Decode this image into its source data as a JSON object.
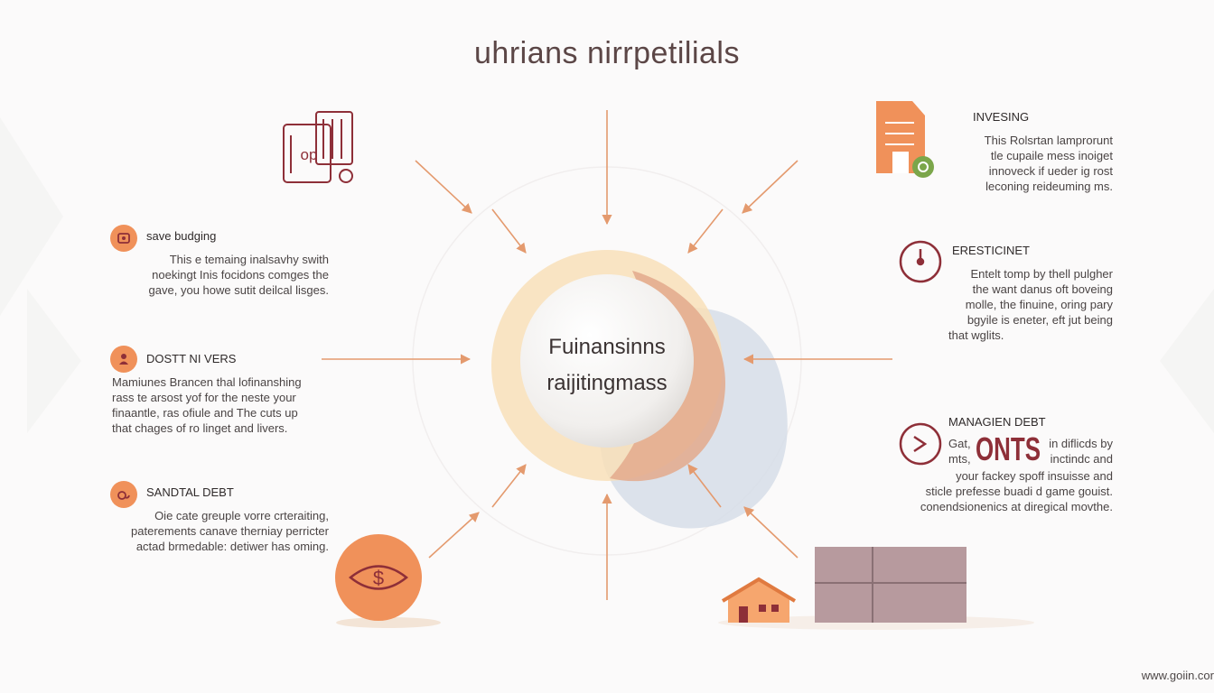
{
  "title": "uhrians nirrpetilials",
  "center": {
    "line1": "Fuinansinns",
    "line2": "raijitingmass"
  },
  "left_items": [
    {
      "heading": "save budging",
      "lines": [
        "This e temaing inalsavhy swith",
        "noekingt Inis focidons comges the",
        "gave, you howe sutit deilcal lisges."
      ]
    },
    {
      "heading": "DOSTT NI VERS",
      "lines": [
        "Mamiunes Brancen thal lofinanshing",
        "rass te arsost yof for the neste your",
        "finaantle, ras ofiule and The cuts up",
        "that chages of ro linget and livers."
      ]
    },
    {
      "heading": "SANDTAL DEBT",
      "lines": [
        "Oie cate greuple vorre crteraiting,",
        "paterements canave therniay perricter",
        "actad brmedable: detiwer has oming."
      ]
    }
  ],
  "right_items": [
    {
      "heading": "INVESING",
      "lines": [
        "This Rolsrtan lamprorunt",
        "tle cupaile mess inoiget",
        "innoveck if ueder ig rost",
        "leconing reideuming ms."
      ]
    },
    {
      "heading": "ERESTICINET",
      "lines": [
        "Entelt tomp by thell pulgher",
        "the want danus oft boveing",
        "molle, the finuine, oring pary",
        "bgyile is eneter, eft jut being",
        "that wglits."
      ]
    },
    {
      "heading": "MANAGIEN DEBT",
      "line1_left": "Gat,",
      "line1_big": "ONTS",
      "line1_right": "in diflicds by",
      "line2_left": "mts,",
      "line2_right": "inctindc and",
      "lines": [
        "your fackey spoff insuisse and",
        "sticle prefesse buadi d game gouist.",
        "conendsionenics at diregical movthe."
      ]
    }
  ],
  "doc_icon_text": "op",
  "footer": "www.goiin.cor",
  "colors": {
    "accent_orange": "#f0915a",
    "dark_red": "#8e2f38",
    "arrow": "#e49a6e",
    "ring": "#f8dfb9",
    "sphere_shadow": "#e3a98c",
    "blob": "#d6dde8"
  }
}
